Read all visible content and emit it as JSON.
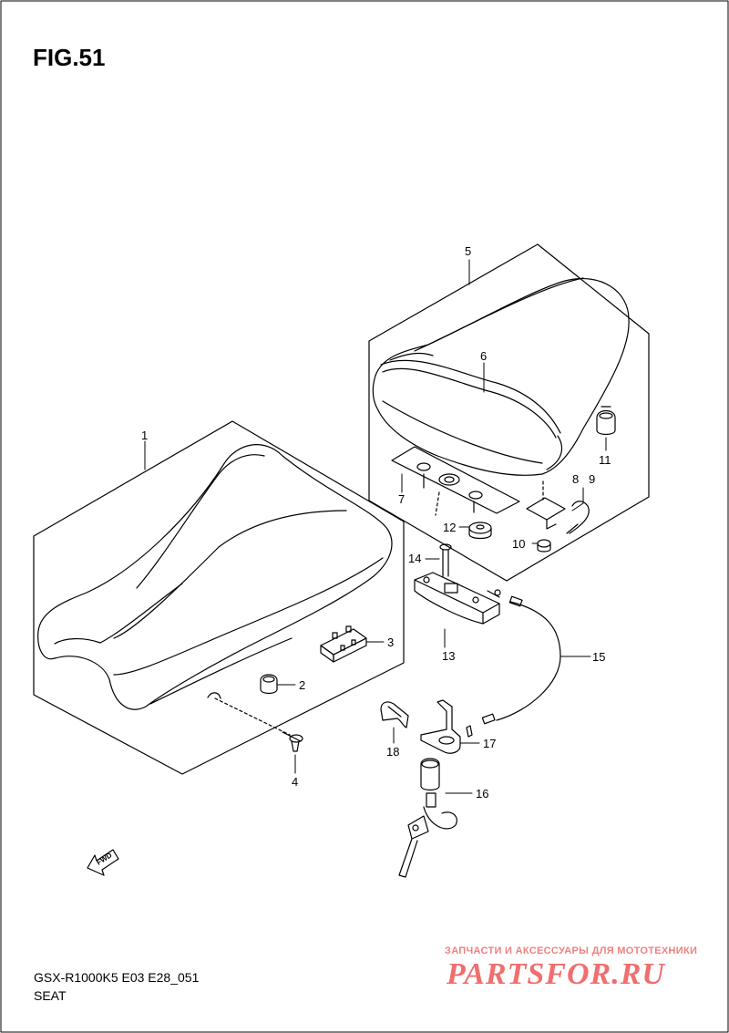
{
  "figure": {
    "title": "FIG.51"
  },
  "callouts": [
    "1",
    "2",
    "3",
    "4",
    "5",
    "6",
    "7",
    "8",
    "9",
    "10",
    "11",
    "12",
    "13",
    "14",
    "15",
    "16",
    "17",
    "18"
  ],
  "fwd_label": "FWD",
  "footer": {
    "model_code": "GSX-R1000K5 E03 E28_051",
    "section_name": "SEAT"
  },
  "watermark": {
    "caption": "ЗАПЧАСТИ И АКСЕССУАРЫ ДЛЯ МОТОТЕХНИКИ",
    "logo": "PARTSFOR.RU"
  },
  "colors": {
    "line": "#000000",
    "watermark": "#ee5555"
  }
}
